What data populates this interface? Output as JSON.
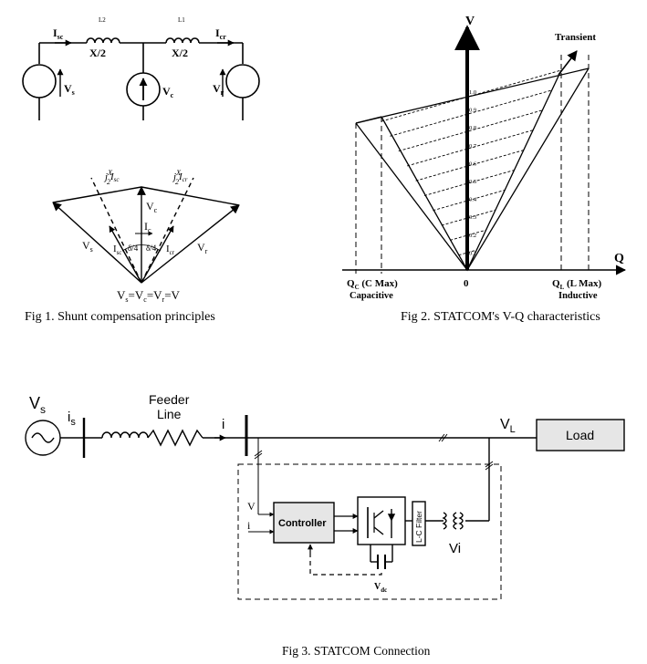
{
  "fig1": {
    "caption": "Fig 1. Shunt compensation principles",
    "circuit": {
      "i_sc": "I",
      "i_sc_sub": "sc",
      "i_cr": "I",
      "i_cr_sub": "cr",
      "l2": "L2",
      "l1": "L1",
      "x_left": "X/2",
      "x_right": "X/2",
      "vs": "V",
      "vs_sub": "s",
      "vc": "V",
      "vc_sub": "c",
      "vr": "V",
      "vr_sub": "r"
    },
    "phasor": {
      "j_left": "j",
      "x2_left": "X",
      "x2_left_den": "2",
      "i_sc_term": "I",
      "i_sc_term_sub": "sc",
      "j_right": "j",
      "x2_right": "X",
      "x2_right_den": "2",
      "i_cr_term": "I",
      "i_cr_term_sub": "cr",
      "vc": "V",
      "vc_sub": "c",
      "ic": "I",
      "ic_sub": "c",
      "vs": "V",
      "vs_sub": "s",
      "vr": "V",
      "vr_sub": "r",
      "isc": "I",
      "isc_sub": "sc",
      "icr": "I",
      "icr_sub": "cr",
      "delta_left": "δ/4",
      "delta_right": "δ/4",
      "equation": "V",
      "equation_rest": "=V",
      "eq_s": "s",
      "eq_c": "c",
      "eq_r": "r",
      "eq_end": "=V"
    }
  },
  "fig2": {
    "caption": "Fig 2. STATCOM's V-Q characteristics",
    "axis_v": "V",
    "axis_q": "Q",
    "transient": "Transient",
    "origin": "0",
    "qc_label": "Q",
    "qc_sub": "C",
    "qc_rest": " (C Max)",
    "capacitive": "Capacitive",
    "ql_label": "Q",
    "ql_sub": "L",
    "ql_rest": " (L Max)",
    "inductive": "Inductive",
    "ticks": [
      "1.0",
      "0.9",
      "0.8",
      "0.7",
      "0.6",
      "0.5",
      "0.4",
      "0.3",
      "0.2",
      "0.1"
    ]
  },
  "fig3": {
    "caption": "Fig 3. STATCOM Connection",
    "vs": "V",
    "vs_sub": "s",
    "is": "i",
    "is_sub": "s",
    "feeder_line1": "Feeder",
    "feeder_line2": "Line",
    "i_label": "i",
    "vl": "V",
    "vl_sub": "L",
    "load": "Load",
    "v_in": "V",
    "i_in": "i",
    "controller": "Controller",
    "lc_filter": "L-C Filter",
    "vi": "Vi",
    "vdc": "V",
    "vdc_sub": "dc"
  }
}
